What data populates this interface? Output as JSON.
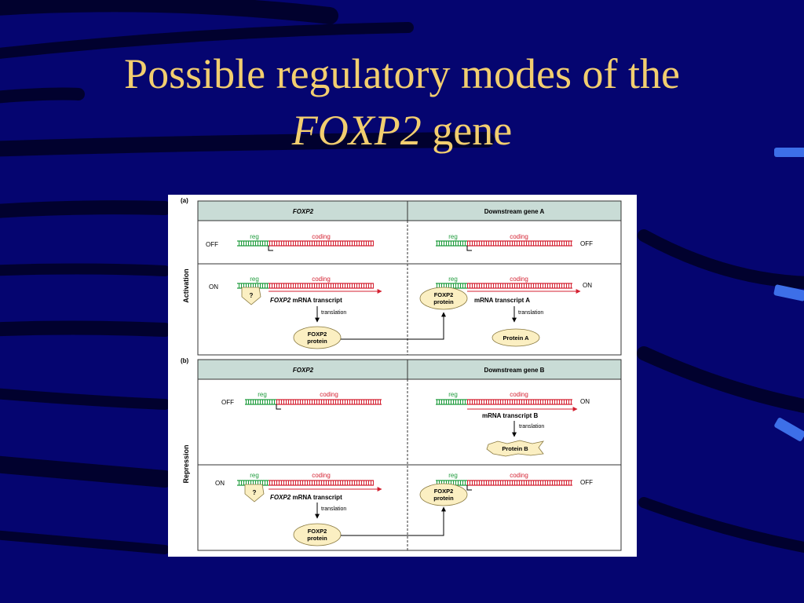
{
  "slide": {
    "title_line1": "Possible regulatory modes of the",
    "title_gene": "FOXP2",
    "title_suffix": " gene"
  },
  "colors": {
    "background": "#050570",
    "title": "#F2CE6F",
    "reg": "#1E9B3C",
    "coding": "#D42030",
    "header_fill": "#C9DCD6",
    "protein_fill": "#FBEFC2",
    "protein_stroke": "#8A7A40"
  },
  "figure": {
    "panel_a": {
      "tag": "(a)",
      "side_label": "Activation",
      "col_left": "FOXP2",
      "col_right": "Downstream gene A",
      "off_label": "OFF",
      "on_label": "ON",
      "reg": "reg",
      "coding": "coding",
      "unknown_factor": "?",
      "foxp2_transcript_gene": "FOXP2",
      "foxp2_transcript_rest": " mRNA transcript",
      "translation": "translation",
      "protein_line1": "FOXP2",
      "protein_line2": "protein",
      "right_transcript": "mRNA transcript A",
      "right_protein": "Protein A"
    },
    "panel_b": {
      "tag": "(b)",
      "side_label": "Repression",
      "col_left": "FOXP2",
      "col_right": "Downstream gene B",
      "off_label": "OFF",
      "on_label": "ON",
      "reg": "reg",
      "coding": "coding",
      "unknown_factor": "?",
      "foxp2_transcript_gene": "FOXP2",
      "foxp2_transcript_rest": " mRNA transcript",
      "translation": "translation",
      "protein_line1": "FOXP2",
      "protein_line2": "protein",
      "right_transcript": "mRNA transcript B",
      "right_protein": "Protein B"
    }
  }
}
